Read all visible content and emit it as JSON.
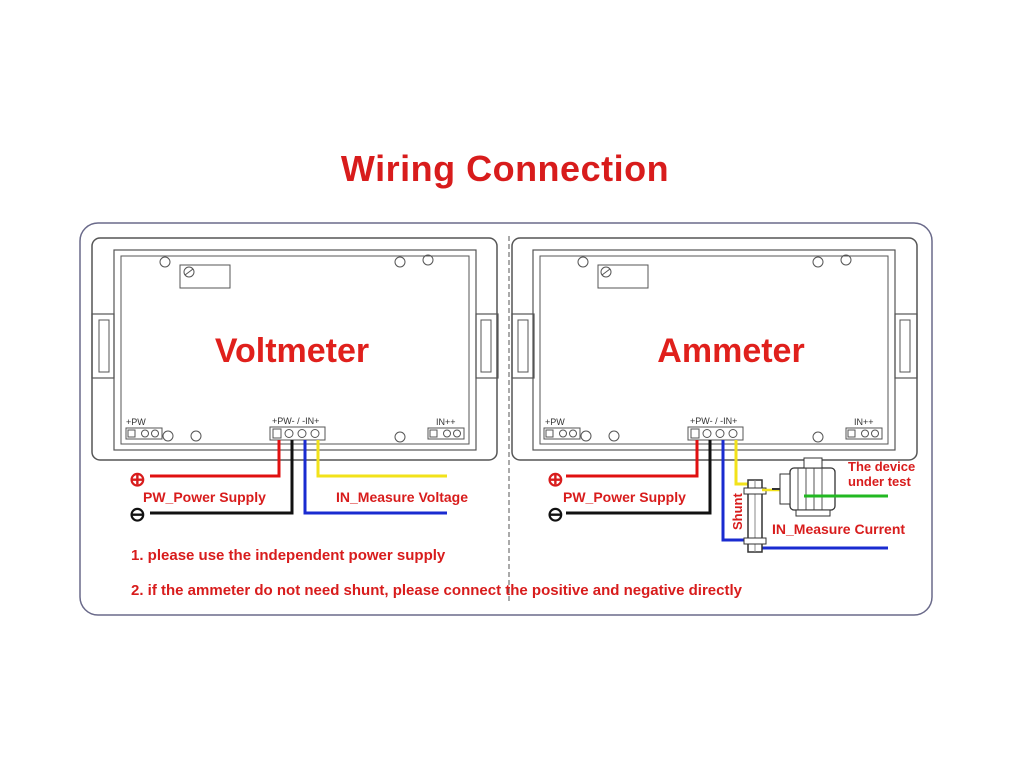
{
  "title": "Wiring Connection",
  "voltmeter": {
    "name": "Voltmeter",
    "terminal_small_left": "+PW",
    "terminal_center": "+PW- / -IN+",
    "terminal_small_right": "IN++",
    "power_label": "PW_Power Supply",
    "input_label": "IN_Measure Voltage",
    "plus_symbol": "⊕",
    "minus_symbol": "⊖"
  },
  "ammeter": {
    "name": "Ammeter",
    "terminal_small_left": "+PW",
    "terminal_center": "+PW- / -IN+",
    "terminal_small_right": "IN++",
    "power_label": "PW_Power Supply",
    "shunt_label": "Shunt",
    "input_label": "IN_Measure Current",
    "device_label_line1": "The device",
    "device_label_line2": "under test",
    "plus_symbol": "⊕",
    "minus_symbol": "⊖"
  },
  "notes": [
    "1. please use the independent power supply",
    "2. if the ammeter do not need shunt, please connect the positive and negative directly"
  ],
  "colors": {
    "title": "#d81c1c",
    "wire_red": "#e01010",
    "wire_black": "#111111",
    "wire_blue": "#1a2bd0",
    "wire_yellow": "#f2e21a",
    "wire_green": "#22b822",
    "outline": "#555555"
  }
}
